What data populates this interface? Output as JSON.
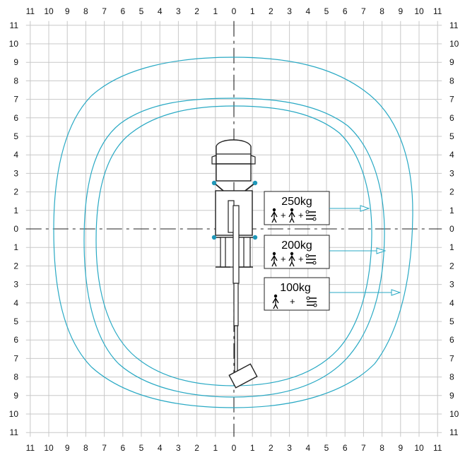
{
  "axes": {
    "top_ticks": [
      "11",
      "10",
      "9",
      "8",
      "7",
      "6",
      "5",
      "4",
      "3",
      "2",
      "1",
      "0",
      "1",
      "2",
      "3",
      "4",
      "5",
      "6",
      "7",
      "8",
      "9",
      "10",
      "11"
    ],
    "bottom_ticks": [
      "11",
      "10",
      "9",
      "8",
      "7",
      "6",
      "5",
      "4",
      "3",
      "2",
      "1",
      "0",
      "1",
      "2",
      "3",
      "4",
      "5",
      "6",
      "7",
      "8",
      "9",
      "10",
      "11"
    ],
    "left_ticks": [
      "11",
      "10",
      "9",
      "8",
      "7",
      "6",
      "5",
      "4",
      "3",
      "2",
      "1",
      "0",
      "1",
      "2",
      "3",
      "4",
      "5",
      "6",
      "7",
      "8",
      "9",
      "10",
      "11"
    ],
    "right_ticks": [
      "11",
      "10",
      "9",
      "8",
      "7",
      "6",
      "5",
      "4",
      "3",
      "2",
      "1",
      "0",
      "1",
      "2",
      "3",
      "4",
      "5",
      "6",
      "7",
      "8",
      "9",
      "10",
      "11"
    ],
    "range": [
      -11,
      11
    ]
  },
  "load_zones": [
    {
      "label": "250kg",
      "icons": "person + person + tools",
      "radius_m": 7.2
    },
    {
      "label": "200kg",
      "icons": "person + person + tools",
      "radius_m": 8.1
    },
    {
      "label": "100kg",
      "icons": "person + tools",
      "radius_m": 9.4
    }
  ],
  "colors": {
    "envelope": "#29a9c4",
    "grid": "#c8c8c8",
    "outrigger_joint": "#1f97b8",
    "vehicle": "#222222"
  }
}
